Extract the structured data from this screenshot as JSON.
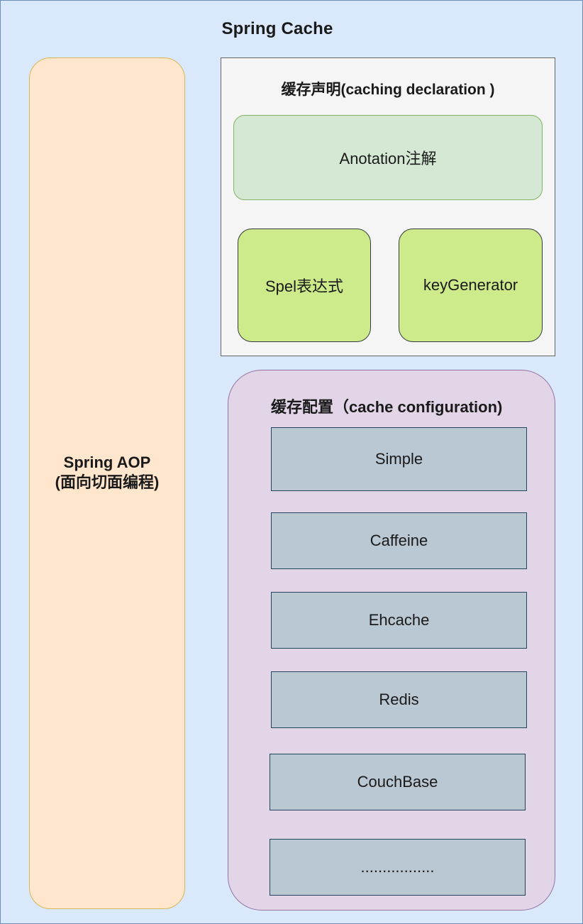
{
  "title": "Spring Cache",
  "aop": {
    "line1": "Spring AOP",
    "line2": "(面向切面编程)"
  },
  "declaration": {
    "title": "缓存声明(caching declaration )",
    "annotation": "Anotation注解",
    "spel": "Spel表达式",
    "key_generator": "keyGenerator"
  },
  "configuration": {
    "title": "缓存配置（cache configuration)",
    "providers": [
      "Simple",
      "Caffeine",
      "Ehcache",
      "Redis",
      "CouchBase",
      "................."
    ]
  },
  "colors": {
    "background": "#dae8fc",
    "aop_fill": "#ffe6cc",
    "declaration_fill": "#f5f5f5",
    "annotation_fill": "#d5e8d4",
    "lime_fill": "#cdeb8b",
    "configuration_fill": "#e1d5e7",
    "provider_fill": "#bac8d3"
  }
}
